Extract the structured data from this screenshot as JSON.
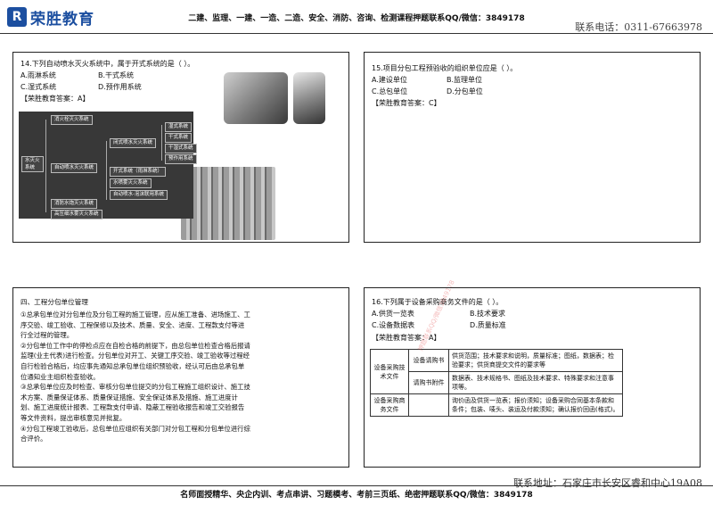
{
  "header": {
    "logo_mark": "R",
    "logo_text": "荣胜教育",
    "title": "二建、监理、一建、一造、二造、安全、消防、咨询、检测课程押题联系QQ/微信：3849178",
    "phone": "联系电话：0311-67663978"
  },
  "q14": {
    "question": "14.下列自动喷水灭火系统中，属于开式系统的是（  ）。",
    "options": [
      "A.雨淋系统",
      "B.干式系统",
      "C.湿式系统",
      "D.预作用系统"
    ],
    "answer": "【荣胜教育答案：A】",
    "mindmap": {
      "root": "水灭火\n系统",
      "level1": [
        "消火栓灭火系统",
        "自动喷水灭火系统",
        "消防水炮灭火系统",
        "高压细水雾灭火系统"
      ],
      "sprinkler_children": [
        "闭式喷水灭火系统",
        "开式系统（雨淋系统）",
        "水喷雾灭火系统",
        "自动喷水-泡沫联用系统"
      ],
      "closed_children": [
        "湿式系统",
        "干式系统",
        "干湿式系统",
        "预作用系统"
      ]
    }
  },
  "q15": {
    "question": "15.项目分包工程预验收的组织单位应是（  ）。",
    "options": [
      "A.建设单位",
      "B.监理单位",
      "C.总包单位",
      "D.分包单位"
    ],
    "answer": "【荣胜教育答案：C】"
  },
  "mgmt": {
    "title": "四、工程分包单位管理",
    "paras": [
      "①总承包单位对分包单位及分包工程的施工管理，应从施工准备、进场施工、工序交验、竣工验收、工程保修以及技术、质量、安全、进度、工程款支付等进行全过程的管理。",
      "②分包单位工作中的停检点应在自检合格的前提下，由总包单位检查合格后报请监理(业主代表)进行检查。分包单位对开工、关键工序交验、竣工验收等过程经自行检验合格后，均应事先通知总承包单位组织预验收，经认可后由总承包单位通知业主组织检查验收。",
      "③总承包单位应及时检查、审核分包单位提交的分包工程施工组织设计、施工技术方案、质量保证体系、质量保证措施、安全保证体系及措施、施工进度计划、施工进度统计报表、工程款支付申请、隐蔽工程验收报告和竣工交验报告等文件资料，提出审核意见并批复。",
      "④分包工程竣工验收后，总包单位应组织有关部门对分包工程和分包单位进行综合评价。"
    ]
  },
  "q16": {
    "question": "16.下列属于设备采购商务文件的是（  ）。",
    "options": [
      "A.供货一览表",
      "B.技术要求",
      "C.设备数据表",
      "D.质量标准"
    ],
    "answer": "【荣胜教育答案：A】",
    "table": {
      "tech_group": "设备采购技术文件",
      "tech_rows": [
        {
          "name": "设备请购书",
          "content": "供货范围；技术要求和说明，质量标准；图纸，数据表；检验要求；供货商提交文件的要求等"
        },
        {
          "name": "请购书附件",
          "content": "数据表、技术规格书、图纸及技术要求、特殊要求和注意事项等。"
        }
      ],
      "biz_group": "设备采购商务文件",
      "biz_content": "询价函及供货一览表；报价须知；设备采购合同基本条款和条件；包装、唛头、装运及付款须知；确认报价回函(格式)。"
    },
    "watermark": "押题联系QQ/微信3849178"
  },
  "footer": {
    "address": "联系地址：石家庄市长安区睿和中心19A08",
    "ad": "名师面授精华、央企内训、考点串讲、习题模考、考前三页纸、绝密押题联系QQ/微信：3849178"
  }
}
